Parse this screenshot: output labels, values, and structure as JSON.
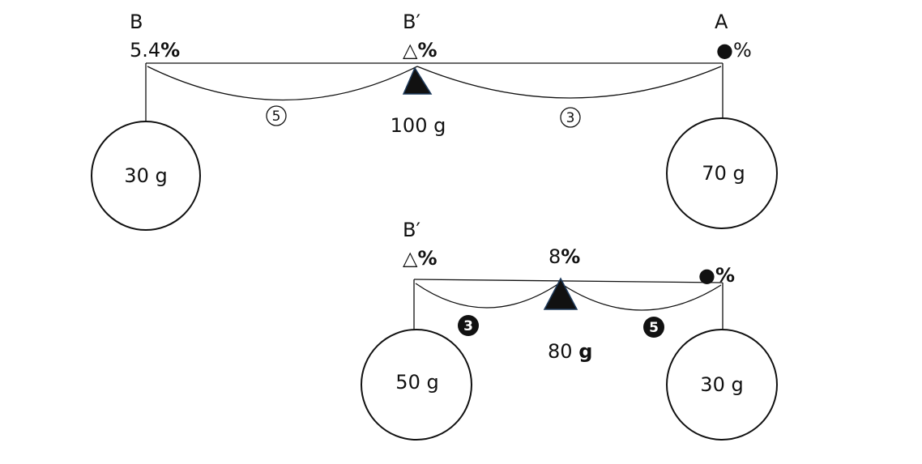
{
  "top_lever": {
    "left": {
      "name": "B",
      "value": "5.4",
      "unit": "%"
    },
    "center": {
      "name": "B′",
      "value": "△",
      "unit": "%"
    },
    "right": {
      "name": "A",
      "value": "●",
      "unit": "%"
    },
    "left_ratio": "5",
    "right_ratio": "3",
    "left_weight": "30 g",
    "center_weight": "100 g",
    "right_weight": "70 g"
  },
  "bottom_lever": {
    "left": {
      "name": "B′",
      "value": "△",
      "unit": "%"
    },
    "center": {
      "value": "8",
      "unit": "%"
    },
    "right": {
      "value": "●",
      "unit": "%"
    },
    "left_ratio": "3",
    "right_ratio": "5",
    "left_weight": "50 g",
    "center_weight_value": "80",
    "center_weight_unit": "g",
    "right_weight": "30 g"
  },
  "colors": {
    "ink": "#111111",
    "fulcrum_edge": "#1f3b5c"
  }
}
